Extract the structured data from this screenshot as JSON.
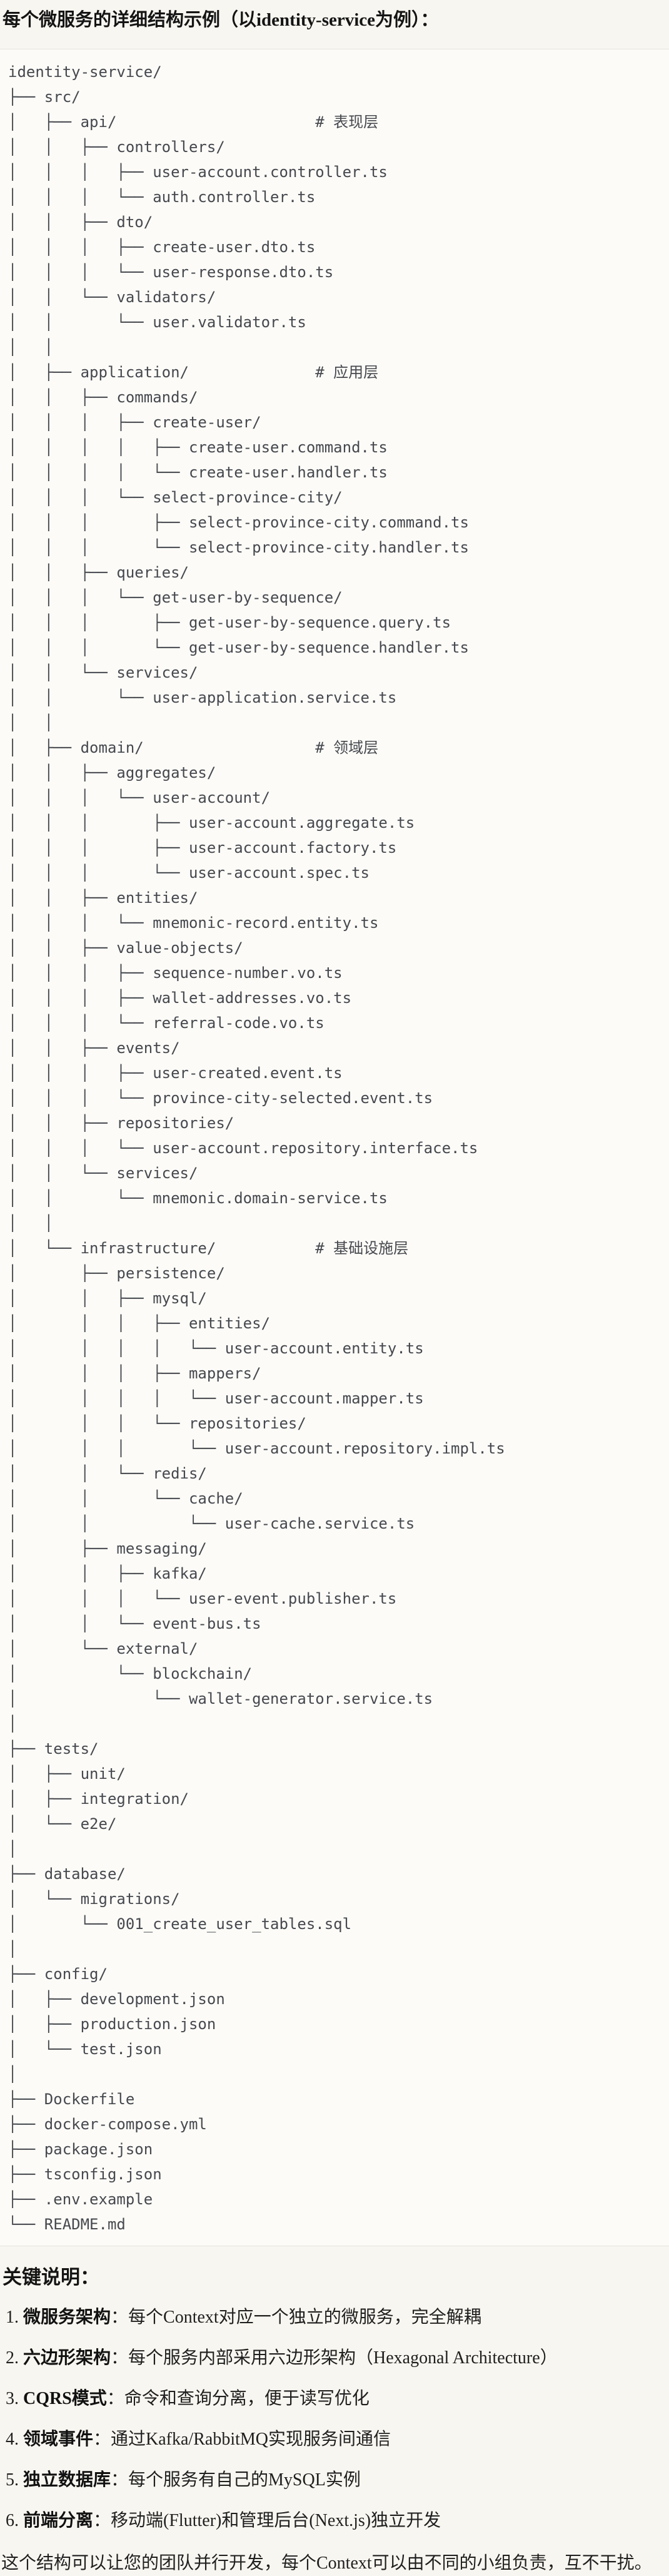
{
  "page": {
    "title": "每个微服务的详细结构示例（以identity-service为例）：",
    "colors": {
      "page_bg": "#f8f6f0",
      "code_bg": "#fcfbf7",
      "code_border": "#e6e4dc",
      "code_text": "#45484e",
      "body_text": "#1f1f1f"
    }
  },
  "code_block": {
    "lines": [
      "identity-service/",
      "├── src/",
      "│   ├── api/                      # 表现层",
      "│   │   ├── controllers/",
      "│   │   │   ├── user-account.controller.ts",
      "│   │   │   └── auth.controller.ts",
      "│   │   ├── dto/",
      "│   │   │   ├── create-user.dto.ts",
      "│   │   │   └── user-response.dto.ts",
      "│   │   └── validators/",
      "│   │       └── user.validator.ts",
      "│   │",
      "│   ├── application/              # 应用层",
      "│   │   ├── commands/",
      "│   │   │   ├── create-user/",
      "│   │   │   │   ├── create-user.command.ts",
      "│   │   │   │   └── create-user.handler.ts",
      "│   │   │   └── select-province-city/",
      "│   │   │       ├── select-province-city.command.ts",
      "│   │   │       └── select-province-city.handler.ts",
      "│   │   ├── queries/",
      "│   │   │   └── get-user-by-sequence/",
      "│   │   │       ├── get-user-by-sequence.query.ts",
      "│   │   │       └── get-user-by-sequence.handler.ts",
      "│   │   └── services/",
      "│   │       └── user-application.service.ts",
      "│   │",
      "│   ├── domain/                   # 领域层",
      "│   │   ├── aggregates/",
      "│   │   │   └── user-account/",
      "│   │   │       ├── user-account.aggregate.ts",
      "│   │   │       ├── user-account.factory.ts",
      "│   │   │       └── user-account.spec.ts",
      "│   │   ├── entities/",
      "│   │   │   └── mnemonic-record.entity.ts",
      "│   │   ├── value-objects/",
      "│   │   │   ├── sequence-number.vo.ts",
      "│   │   │   ├── wallet-addresses.vo.ts",
      "│   │   │   └── referral-code.vo.ts",
      "│   │   ├── events/",
      "│   │   │   ├── user-created.event.ts",
      "│   │   │   └── province-city-selected.event.ts",
      "│   │   ├── repositories/",
      "│   │   │   └── user-account.repository.interface.ts",
      "│   │   └── services/",
      "│   │       └── mnemonic.domain-service.ts",
      "│   │",
      "│   └── infrastructure/           # 基础设施层",
      "│       ├── persistence/",
      "│       │   ├── mysql/",
      "│       │   │   ├── entities/",
      "│       │   │   │   └── user-account.entity.ts",
      "│       │   │   ├── mappers/",
      "│       │   │   │   └── user-account.mapper.ts",
      "│       │   │   └── repositories/",
      "│       │   │       └── user-account.repository.impl.ts",
      "│       │   └── redis/",
      "│       │       └── cache/",
      "│       │           └── user-cache.service.ts",
      "│       ├── messaging/",
      "│       │   ├── kafka/",
      "│       │   │   └── user-event.publisher.ts",
      "│       │   └── event-bus.ts",
      "│       └── external/",
      "│           └── blockchain/",
      "│               └── wallet-generator.service.ts",
      "│",
      "├── tests/",
      "│   ├── unit/",
      "│   ├── integration/",
      "│   └── e2e/",
      "│",
      "├── database/",
      "│   └── migrations/",
      "│       └── 001_create_user_tables.sql",
      "│",
      "├── config/",
      "│   ├── development.json",
      "│   ├── production.json",
      "│   └── test.json",
      "│",
      "├── Dockerfile",
      "├── docker-compose.yml",
      "├── package.json",
      "├── tsconfig.json",
      "├── .env.example",
      "└── README.md"
    ]
  },
  "key_points": {
    "heading": "关键说明：",
    "items": [
      {
        "num": "1. ",
        "label": "微服务架构",
        "separator": "：",
        "text": "每个Context对应一个独立的微服务，完全解耦"
      },
      {
        "num": "2. ",
        "label": "六边形架构",
        "separator": "：",
        "text": "每个服务内部采用六边形架构（Hexagonal Architecture）"
      },
      {
        "num": "3. ",
        "label": "CQRS模式",
        "separator": "：",
        "text": "命令和查询分离，便于读写优化"
      },
      {
        "num": "4. ",
        "label": "领域事件",
        "separator": "：",
        "text": "通过Kafka/RabbitMQ实现服务间通信"
      },
      {
        "num": "5. ",
        "label": "独立数据库",
        "separator": "：",
        "text": "每个服务有自己的MySQL实例"
      },
      {
        "num": "6. ",
        "label": "前端分离",
        "separator": "：",
        "text": "移动端(Flutter)和管理后台(Next.js)独立开发"
      }
    ],
    "closing_note": "这个结构可以让您的团队并行开发，每个Context可以由不同的小组负责，互不干扰。"
  }
}
